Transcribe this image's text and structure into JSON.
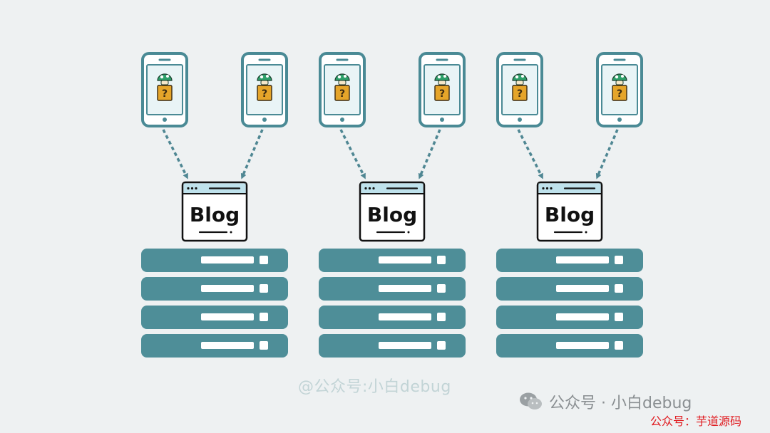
{
  "diagram": {
    "groups": [
      {
        "id": "group-1",
        "phones": 2,
        "app_label": "Blog",
        "server_units": 4
      },
      {
        "id": "group-2",
        "phones": 2,
        "app_label": "Blog",
        "server_units": 4
      },
      {
        "id": "group-3",
        "phones": 2,
        "app_label": "Blog",
        "server_units": 4
      }
    ],
    "phone_icon": "mushroom-question-box-icon",
    "colors": {
      "teal": "#4a8a95",
      "server": "#4e8e98",
      "phone_screen": "#e9f4f6",
      "question_box": "#e5a52a",
      "mushroom": "#2ea06a",
      "arrow": "#4f8793"
    }
  },
  "watermarks": {
    "center": "@公众号:小白debug",
    "right": "公众号 · 小白debug",
    "red": "公众号：芋道源码"
  }
}
